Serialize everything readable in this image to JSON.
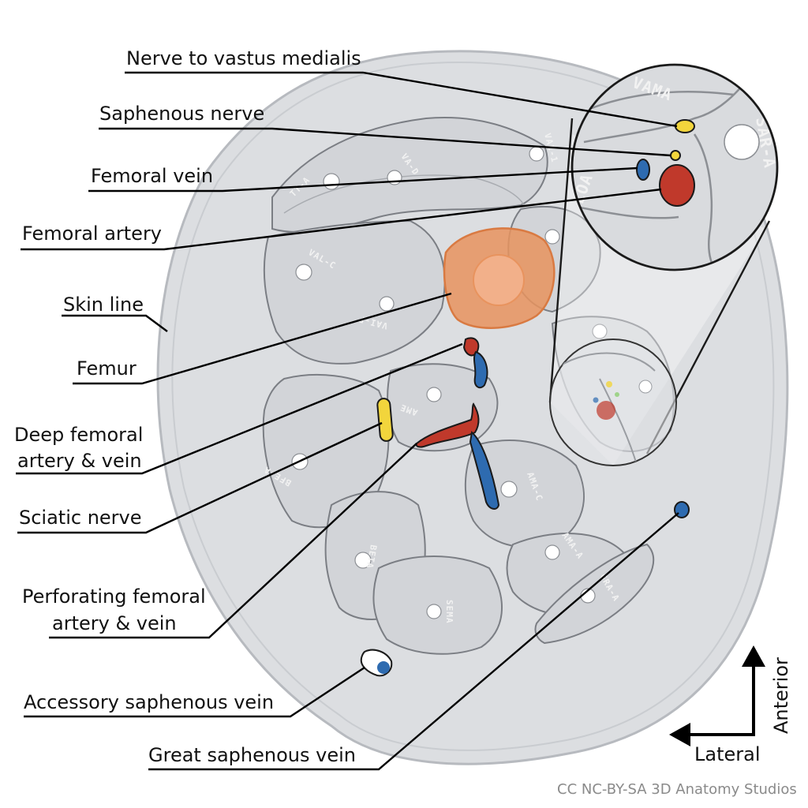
{
  "labels": {
    "nerve_to_vastus_medialis": "Nerve to vastus medialis",
    "saphenous_nerve": "Saphenous nerve",
    "femoral_vein": "Femoral vein",
    "femoral_artery": "Femoral artery",
    "skin_line": "Skin line",
    "femur": "Femur",
    "deep_femoral_line1": "Deep femoral",
    "deep_femoral_line2": "artery & vein",
    "sciatic_nerve": "Sciatic nerve",
    "perforating_line1": "Perforating femoral",
    "perforating_line2": "artery & vein",
    "accessory_saphenous_vein": "Accessory saphenous vein",
    "great_saphenous_vein": "Great saphenous vein"
  },
  "muscle_tags": {
    "tt": "TT-A",
    "vad": "VA-D",
    "val": "VAL-1",
    "vac": "VAL-C",
    "vaip": "VAI-P",
    "vama": "VAMA",
    "loa": "LOA",
    "sara": "SAR-A",
    "ame": "AME",
    "bfe": "BFE-A",
    "amac": "AMA-C",
    "beta": "BETA",
    "ama": "AMA-A",
    "sema": "SEMA",
    "gra": "GRA-A"
  },
  "directions": {
    "anterior": "Anterior",
    "lateral": "Lateral"
  },
  "credit": "CC NC-BY-SA 3D Anatomy Studios",
  "colors": {
    "artery": "#c0392b",
    "vein": "#2e6bb0",
    "nerve": "#f2d53c",
    "bone": "#e8935e",
    "marrow": "#f2b08a",
    "skin": "#dddfe2"
  }
}
